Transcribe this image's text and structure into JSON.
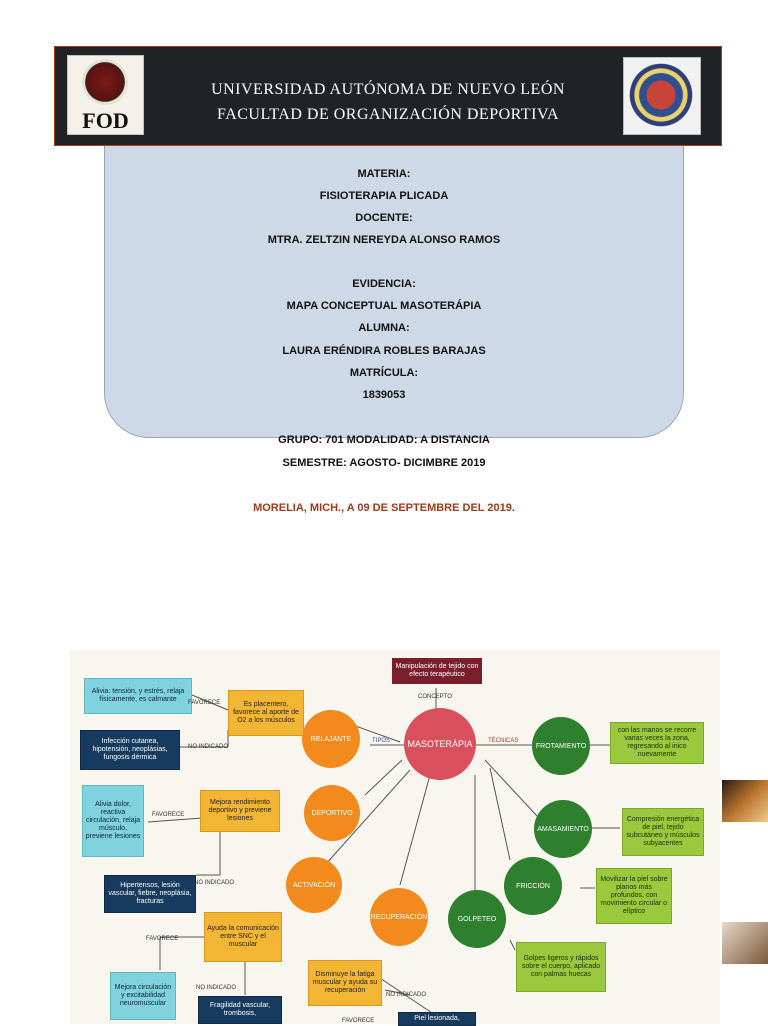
{
  "header": {
    "university": "UNIVERSIDAD AUTÓNOMA DE NUEVO LEÓN",
    "faculty": "FACULTAD DE ORGANIZACIÓN DEPORTIVA",
    "logo_left_text": "FOD"
  },
  "info": {
    "materia_label": "MATERIA:",
    "materia": "FISIOTERAPIA PLICADA",
    "docente_label": "DOCENTE:",
    "docente": "MTRA. ZELTZIN NEREYDA ALONSO RAMOS",
    "evidencia_label": "EVIDENCIA:",
    "evidencia": "MAPA CONCEPTUAL MASOTERÁPIA",
    "alumna_label": "ALUMNA:",
    "alumna": "LAURA ERÉNDIRA ROBLES BARAJAS",
    "matricula_label": "MATRÍCULA:",
    "matricula": "1839053",
    "grupo": "GRUPO: 701      MODALIDAD: A DISTANCIA",
    "semestre": "SEMESTRE: AGOSTO- DICIMBRE 2019",
    "date": "MORELIA, MICH., A 09 DE SEPTEMBRE DEL 2019."
  },
  "map": {
    "concept_def": "Manipulación de tejido con efecto terapéutico",
    "concepto": "CONCEPTO",
    "center": "MASOTERÁPIA",
    "tipos": "TIPOS",
    "tecnicas": "TÉCNICAS",
    "relajante": "RELAJANTE",
    "deportivo": "DEPORTIVO",
    "activacion": "ACTIVACIÓN",
    "recuperacion": "RECUPERACIÓN",
    "frotamiento": "FROTAMIENTO",
    "amasamiento": "AMASAMIENTO",
    "friccion": "FRICCIÓN",
    "golpeteo": "GOLPETEO",
    "rel_fav": "Es placentero, favorece al aporte de O2 a los músculos",
    "rel_alivia": "Alivia: tensión, y estrés, relaja físicamente, es calmante",
    "rel_noind": "Infección cutanea, hipotensión, neoplásias, fungosis dérmica",
    "dep_fav": "Mejora rendimiento deportivo y previene lesiones",
    "dep_alivia": "Alivia dolor, reactiva circulación, relaja músculo, previene lesiones",
    "dep_noind": "Hipertensos, lesión vascular, fiebre, neoplásia, fracturas",
    "act_fav": "Ayuda la comunicación entre SNC y el muscular",
    "act_mejora": "Mejora circulación y excitabilidad neuromuscular",
    "act_noind": "Fragilidad vascular, trombosis,",
    "rec_fav": "Disminuye la fatiga muscular y ayuda su recuperación",
    "rec_noind": "Piel lesionada,",
    "frot_desc": "con las manos se recorre varias veces la zona, regresando al inico nuevamente",
    "amas_desc": "Compresión energética de piel, tejido subcutáneo y músculos subyacentes",
    "fric_desc": "Movilizar la piel sobre planos más profundos, con movimiento circular o elíptico",
    "golp_desc": "Golpes ligeros y rápidos sobre el cuerpo, aplicado con palmas huecas",
    "favorece": "FAVORECE",
    "no_indicado": "NO INDICADO"
  },
  "colors": {
    "header_bg": "#1f2326",
    "card_bg": "#cdd9e6",
    "date_color": "#9a3b1b"
  }
}
